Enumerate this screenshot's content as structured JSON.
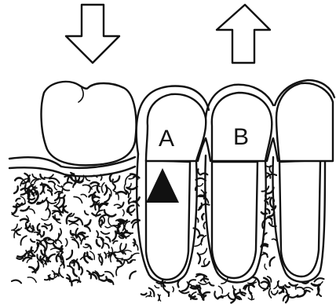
{
  "figure": {
    "labels": {
      "tooth_a": "A",
      "tooth_b": "B"
    },
    "arrows": [
      {
        "name": "force-down-arrow",
        "direction": "down"
      },
      {
        "name": "force-up-arrow",
        "direction": "up"
      }
    ],
    "colors": {
      "line": "#111111",
      "background": "#ffffff",
      "bone_spot": "#111111",
      "marker": "#111111"
    }
  }
}
